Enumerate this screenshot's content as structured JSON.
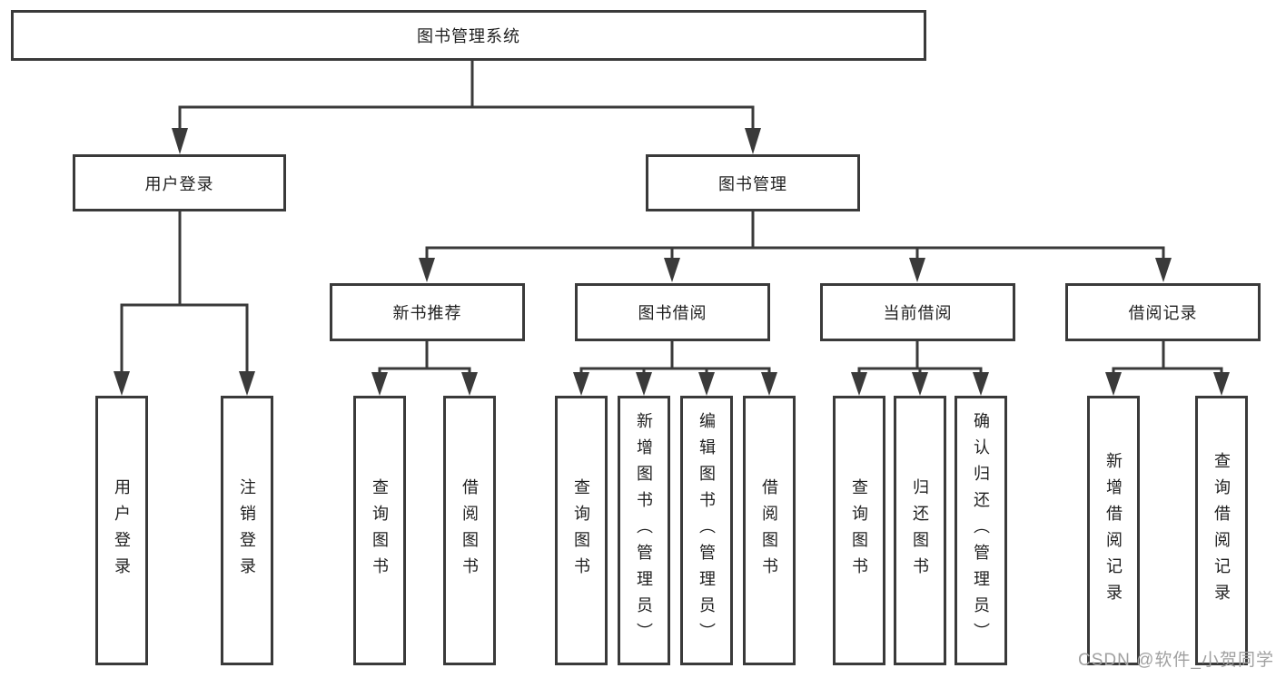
{
  "diagram": {
    "root": "图书管理系统",
    "level2": {
      "user_login": "用户登录",
      "book_mgmt": "图书管理"
    },
    "user_children": [
      "用户登录",
      "注销登录"
    ],
    "sections": [
      {
        "title": "新书推荐",
        "children": [
          "查询图书",
          "借阅图书"
        ]
      },
      {
        "title": "图书借阅",
        "children": [
          "查询图书",
          "新增图书（管理员）",
          "编辑图书（管理员）",
          "借阅图书"
        ]
      },
      {
        "title": "当前借阅",
        "children": [
          "查询图书",
          "归还图书",
          "确认归还（管理员）"
        ]
      },
      {
        "title": "借阅记录",
        "children": [
          "新增借阅记录",
          "查询借阅记录"
        ]
      }
    ]
  },
  "watermark": "CSDN @软件_小贺同学",
  "colors": {
    "line": "#3a3a3a",
    "text": "#1f1f1f",
    "watermark": "#a0a0a0",
    "background": "#ffffff"
  }
}
